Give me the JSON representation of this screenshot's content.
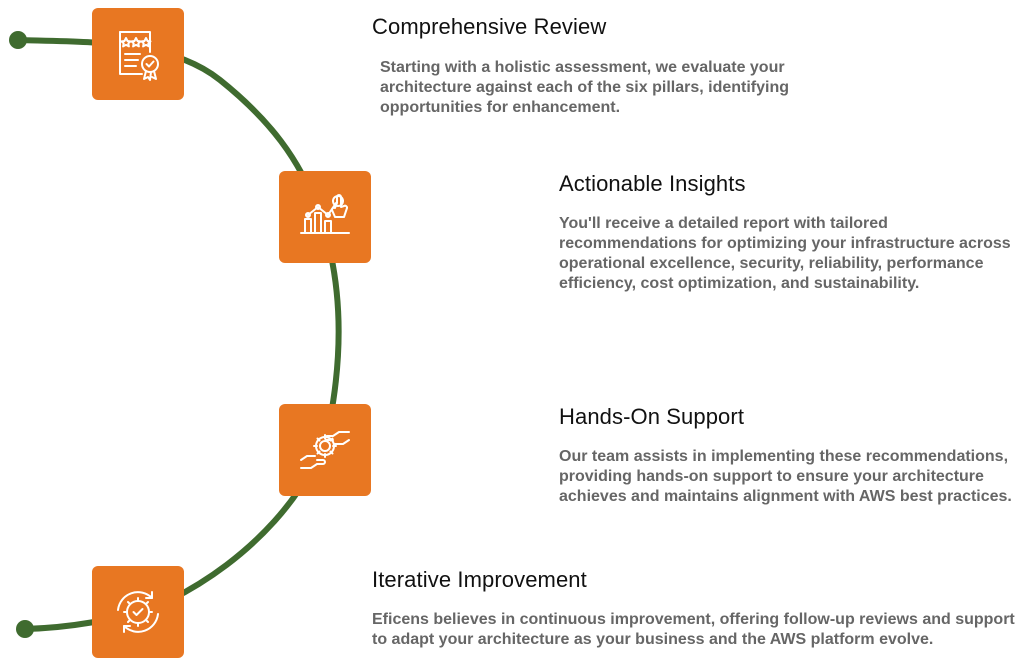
{
  "colors": {
    "accent": "#E87722",
    "line": "#3F6B2F",
    "title": "#111111",
    "description": "#666666",
    "icon_stroke": "#FFFFFF"
  },
  "steps": [
    {
      "title": "Comprehensive Review",
      "description": "Starting with a holistic assessment, we evaluate your architecture against each of the six pillars, identifying opportunities for enhancement.",
      "icon": "rated-document-checklist-icon"
    },
    {
      "title": "Actionable Insights",
      "description": "You'll receive a detailed report with tailored recommendations for optimizing your infrastructure across operational excellence, security, reliability, performance efficiency, cost optimization, and sustainability.",
      "icon": "bar-chart-hand-pointer-icon"
    },
    {
      "title": "Hands-On Support",
      "description": "Our team assists in implementing these recommendations, providing hands-on support to ensure your architecture achieves and maintains alignment with AWS best practices.",
      "icon": "hands-gear-icon"
    },
    {
      "title": "Iterative Improvement",
      "description": "Eficens believes in continuous improvement, offering follow-up reviews and support to adapt your architecture as your business and the AWS platform evolve.",
      "icon": "gear-cycle-check-icon"
    }
  ]
}
